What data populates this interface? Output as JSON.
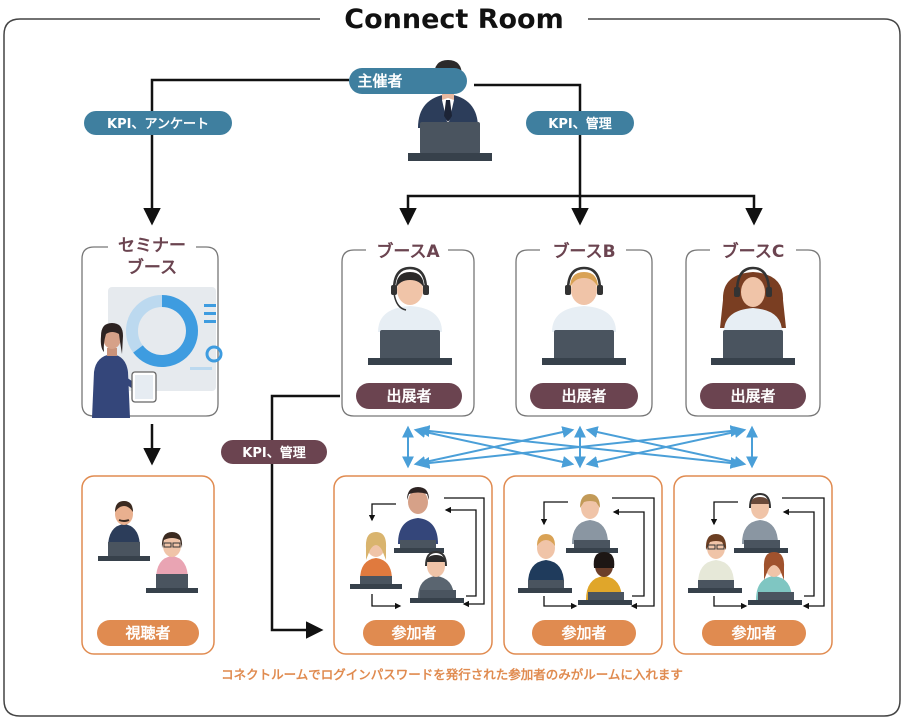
{
  "title": "Connect Room",
  "organizer": {
    "label": "主催者"
  },
  "edges": {
    "organizer_to_seminar": "KPI、アンケート",
    "organizer_to_booths": "KPI、管理",
    "exhibitor_to_participants": "KPI、管理"
  },
  "seminar_booth": {
    "title_line1": "セミナー",
    "title_line2": "ブース"
  },
  "booths": [
    {
      "title": "ブースA",
      "role": "出展者"
    },
    {
      "title": "ブースB",
      "role": "出展者"
    },
    {
      "title": "ブースC",
      "role": "出展者"
    }
  ],
  "viewers": {
    "label": "視聴者"
  },
  "participant_groups": [
    {
      "label": "参加者"
    },
    {
      "label": "参加者"
    },
    {
      "label": "参加者"
    }
  ],
  "footnote": "コネクトルームでログインパスワードを発行された参加者のみがルームに入れます",
  "colors": {
    "frame": "#444444",
    "teal_badge": "#3f7f9f",
    "maroon_badge": "#6b4450",
    "orange": "#e08b50",
    "light_blue_arrows": "#4a9fd8",
    "footnote_text": "#e08b50"
  }
}
